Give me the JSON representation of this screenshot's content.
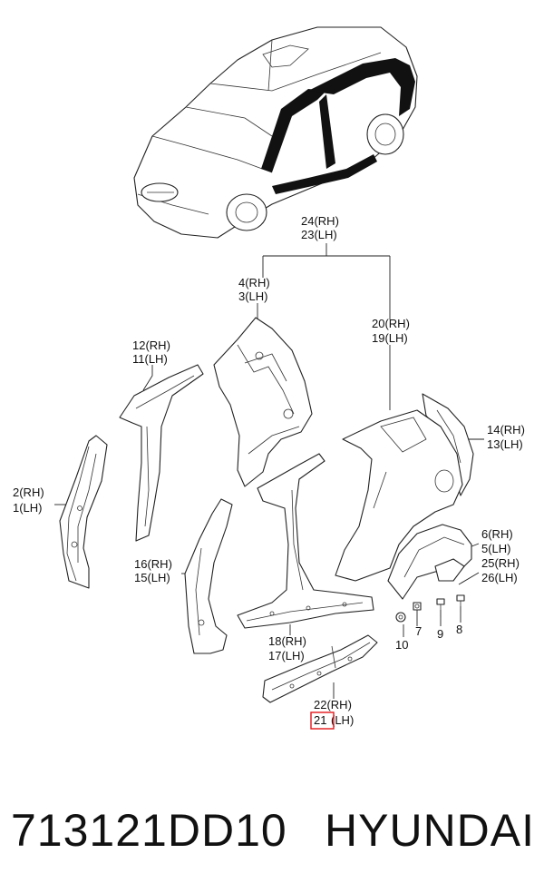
{
  "callouts": {
    "c24": "24(RH)",
    "c23": "23(LH)",
    "c4": "4(RH)",
    "c3": "3(LH)",
    "c20": "20(RH)",
    "c19": "19(LH)",
    "c12": "12(RH)",
    "c11": "11(LH)",
    "c14": "14(RH)",
    "c13": "13(LH)",
    "c2": "2(RH)",
    "c1": "1(LH)",
    "c6": "6(RH)",
    "c5": "5(LH)",
    "c16": "16(RH)",
    "c15": "15(LH)",
    "c25": "25(RH)",
    "c26": "26(LH)",
    "c7": "7",
    "c9": "9",
    "c8": "8",
    "c10": "10",
    "c18": "18(RH)",
    "c17": "17(LH)",
    "c22": "22(RH)",
    "c21_num": "21",
    "c21_side": "(LH)"
  },
  "highlight_color": "#e3161b",
  "footer": {
    "part_number": "713121DD10",
    "brand": "HYUNDAI"
  }
}
